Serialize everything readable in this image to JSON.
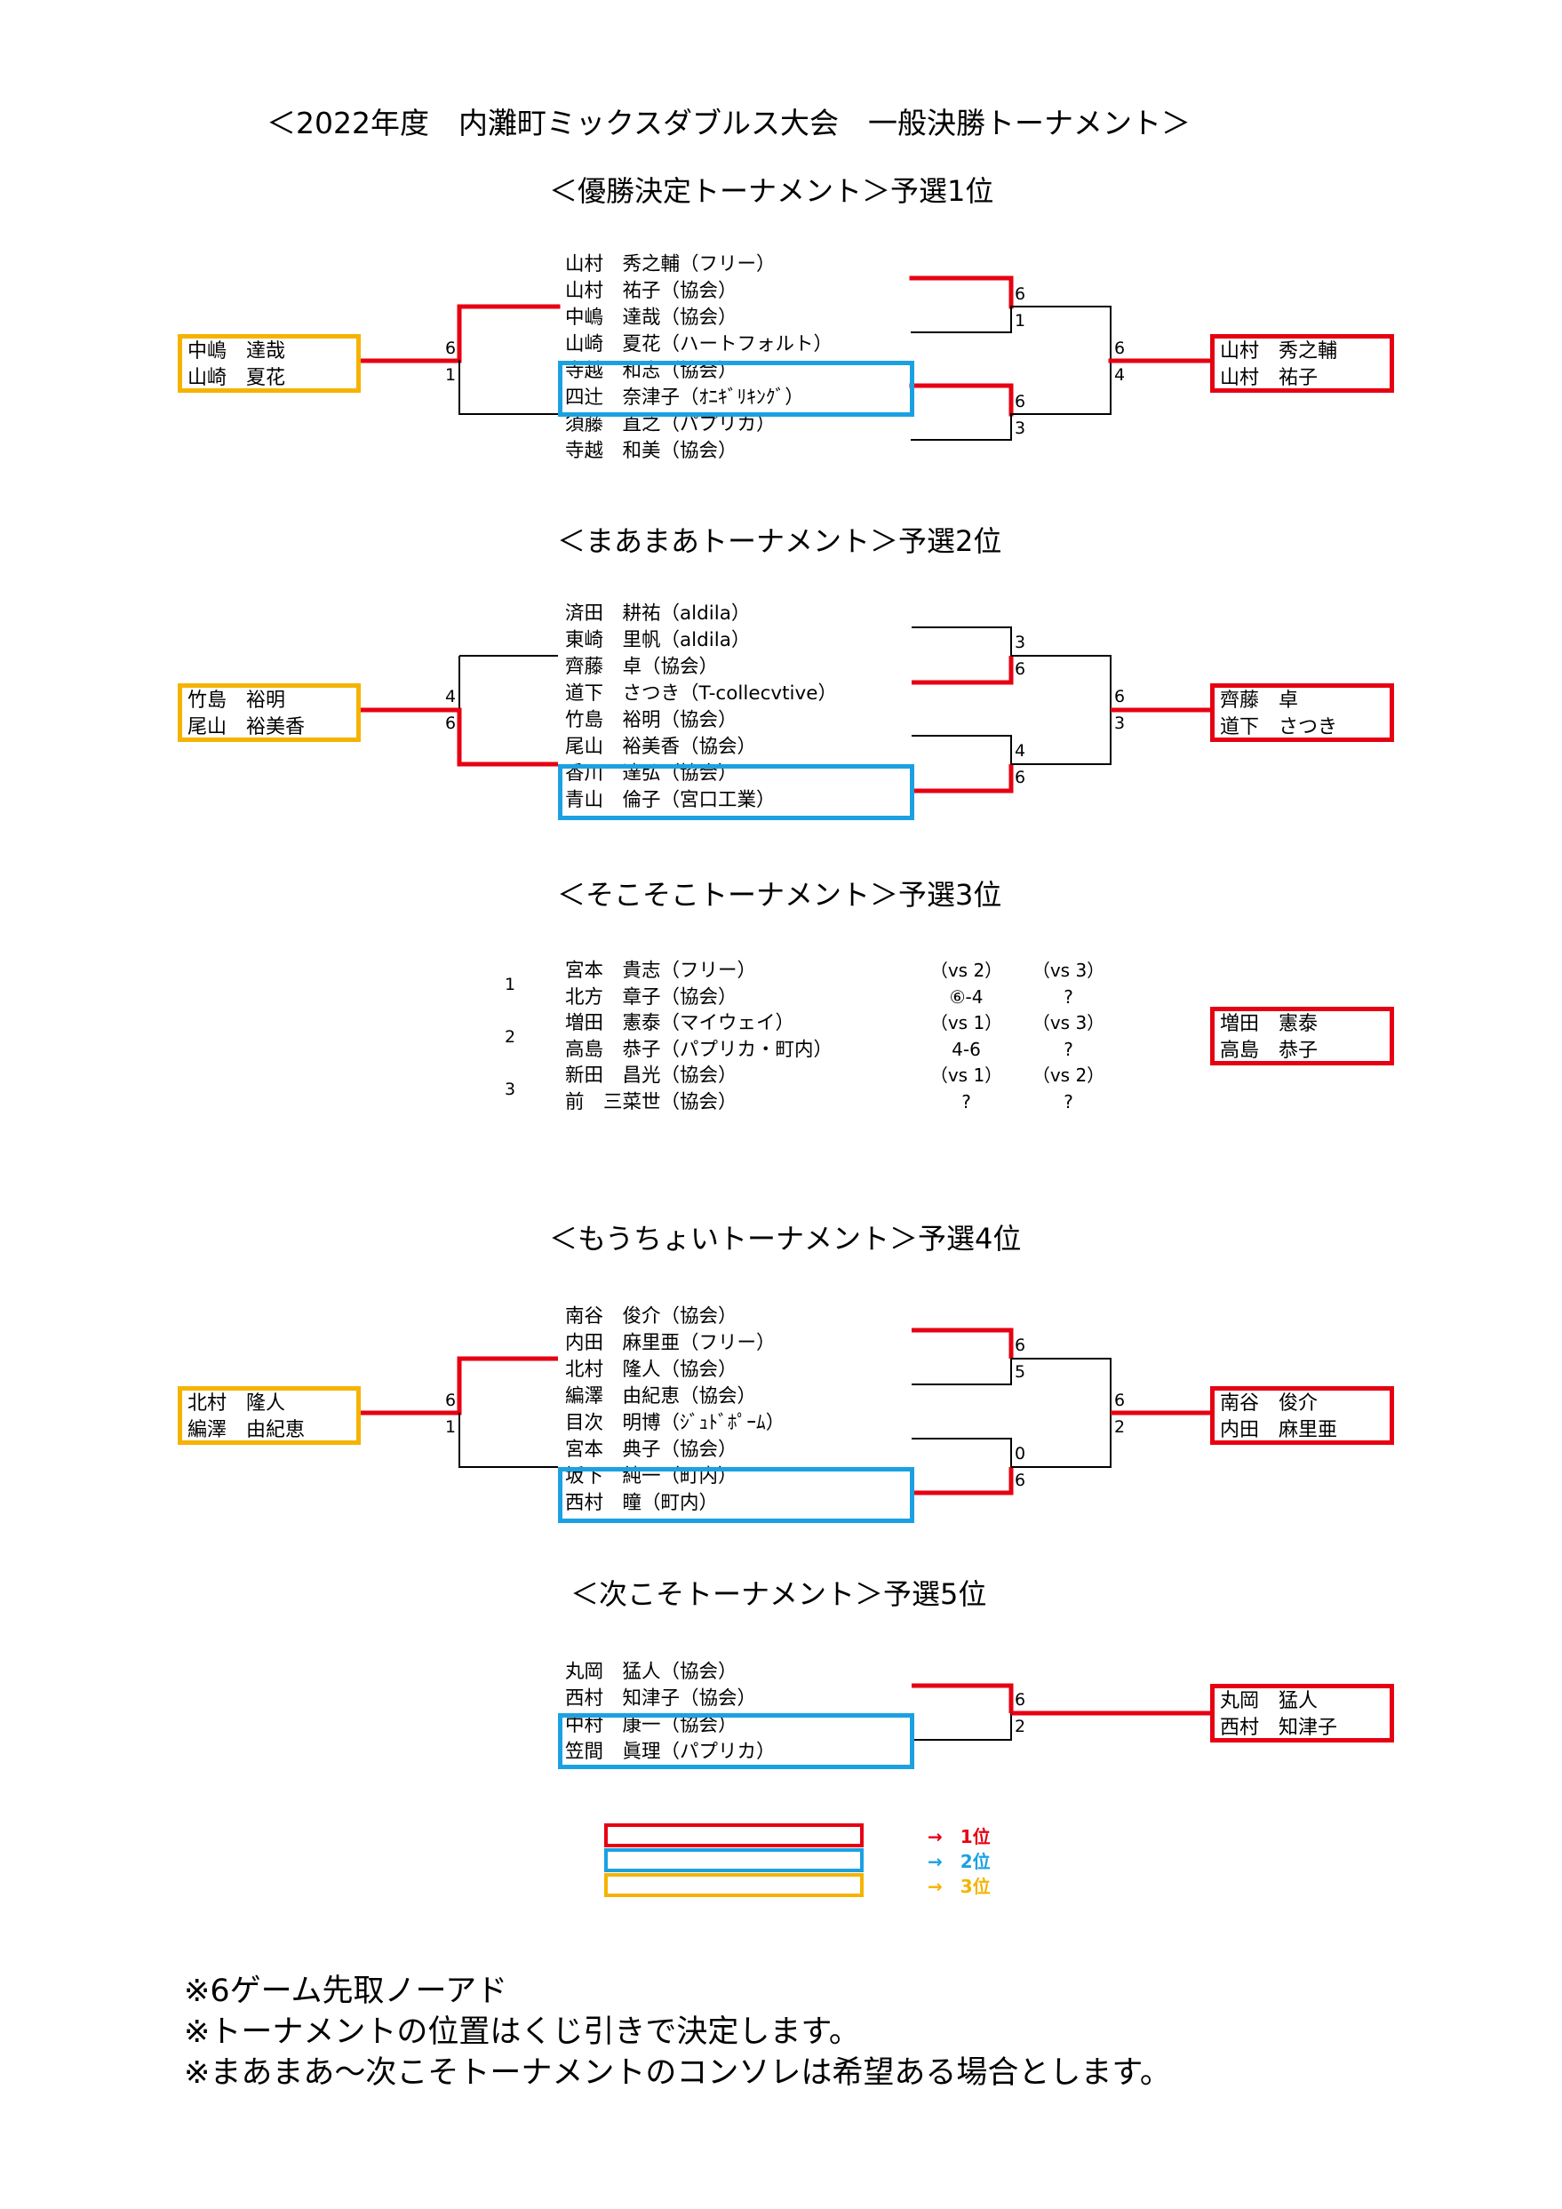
{
  "header": {
    "title": "＜2022年度　内灘町ミックスダブルス大会　一般決勝トーナメント＞"
  },
  "sections": [
    {
      "title": "＜優勝決定トーナメント＞予選1位",
      "players": [
        "山村　秀之輔（フリー）",
        "山村　祐子（協会）",
        "中嶋　達哉（協会）",
        "山崎　夏花（ハートフォルト）",
        "寺越　和志（協会）",
        "四辻　奈津子（ｵﾆｷﾞﾘｷﾝｸﾞ）",
        "須藤　直之（パプリカ）",
        "寺越　和美（協会）"
      ],
      "left_team": [
        "中嶋　達哉",
        "山崎　夏花"
      ],
      "left_scores": [
        "6",
        "1"
      ],
      "semi_scores_top": [
        "6",
        "1"
      ],
      "semi_scores_bottom": [
        "6",
        "3"
      ],
      "final_scores": [
        "6",
        "4"
      ],
      "winner": [
        "山村　秀之輔",
        "山村　祐子"
      ]
    },
    {
      "title": "＜まあまあトーナメント＞予選2位",
      "players": [
        "済田　耕祐（aldila）",
        "東崎　里帆（aldila）",
        "齊藤　卓（協会）",
        "道下　さつき（T-collecvtive）",
        "竹島　裕明（協会）",
        "尾山　裕美香（協会）",
        "香川　達弘（協会）",
        "青山　倫子（宮口工業）"
      ],
      "left_team": [
        "竹島　裕明",
        "尾山　裕美香"
      ],
      "left_scores": [
        "4",
        "6"
      ],
      "semi_scores_top": [
        "3",
        "6"
      ],
      "semi_scores_bottom": [
        "4",
        "6"
      ],
      "final_scores": [
        "6",
        "3"
      ],
      "winner": [
        "齊藤　卓",
        "道下　さつき"
      ]
    },
    {
      "title": "＜そこそこトーナメント＞予選3位",
      "pair_numbers": [
        "1",
        "2",
        "3"
      ],
      "players": [
        "宮本　貴志（フリー）",
        "北方　章子（協会）",
        "増田　憲泰（マイウェイ）",
        "高島　恭子（パプリカ・町内）",
        "新田　昌光（協会）",
        "前　三菜世（協会）"
      ],
      "matrix": [
        [
          "（vs 2）",
          "（vs 3）"
        ],
        [
          "⑥-4",
          "?"
        ],
        [
          "（vs 1）",
          "（vs 3）"
        ],
        [
          "4-6",
          "?"
        ],
        [
          "（vs 1）",
          "（vs 2）"
        ],
        [
          "?",
          "?"
        ]
      ],
      "winner": [
        "増田　憲泰",
        "高島　恭子"
      ]
    },
    {
      "title": "＜もうちょいトーナメント＞予選4位",
      "players": [
        "南谷　俊介（協会）",
        "内田　麻里亜（フリー）",
        "北村　隆人（協会）",
        "編澤　由紀恵（協会）",
        "目次　明博（ｼﾞｭﾄﾞﾎﾟｰﾑ）",
        "宮本　典子（協会）",
        "坂下　純一（町内）",
        "西村　瞳（町内）"
      ],
      "left_team": [
        "北村　隆人",
        "編澤　由紀恵"
      ],
      "left_scores": [
        "6",
        "1"
      ],
      "semi_scores_top": [
        "6",
        "5"
      ],
      "semi_scores_bottom": [
        "0",
        "6"
      ],
      "final_scores": [
        "6",
        "2"
      ],
      "winner": [
        "南谷　俊介",
        "内田　麻里亜"
      ]
    },
    {
      "title": "＜次こそトーナメント＞予選5位",
      "players": [
        "丸岡　猛人（協会）",
        "西村　知津子（協会）",
        "中村　康一（協会）",
        "笠間　眞理（パプリカ）"
      ],
      "final_scores": [
        "6",
        "2"
      ],
      "winner": [
        "丸岡　猛人",
        "西村　知津子"
      ]
    }
  ],
  "legend": {
    "first": "→　1位",
    "second": "→　2位",
    "third": "→　3位",
    "colors": {
      "first": "#e60012",
      "second": "#1ba1e2",
      "third": "#f5b300"
    }
  },
  "notes": [
    "※6ゲーム先取ノーアド",
    "※トーナメントの位置はくじ引きで決定します。",
    "※まあまあ～次こそトーナメントのコンソレは希望ある場合とします。"
  ]
}
